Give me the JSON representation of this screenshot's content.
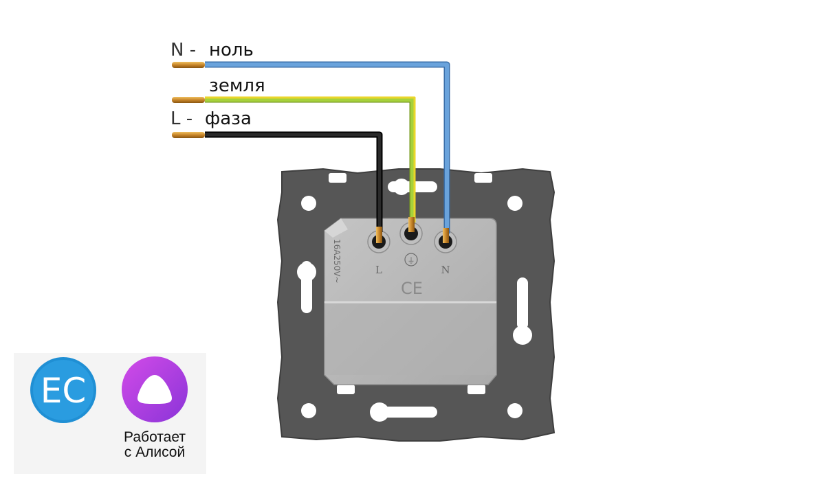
{
  "wires": [
    {
      "code": "N -",
      "label": "ноль",
      "color": "#5b95d4"
    },
    {
      "code": "",
      "label": "земля",
      "color": "#9bc93a",
      "stripe": "#e3d21c"
    },
    {
      "code": "L -",
      "label": "фаза",
      "color": "#1c1c1c"
    }
  ],
  "socket": {
    "rating": "16A250V~",
    "terminals": [
      "L",
      "⏚",
      "N"
    ],
    "mark": "CE",
    "frame_color": "#505050",
    "body_color": "#b9b9b9"
  },
  "badges": {
    "ec_logo_text": "EC",
    "ec_color": "#1f8fd4",
    "alice_color": "#b23ee0",
    "alice_line1": "Работает",
    "alice_line2": "с Алисой"
  }
}
